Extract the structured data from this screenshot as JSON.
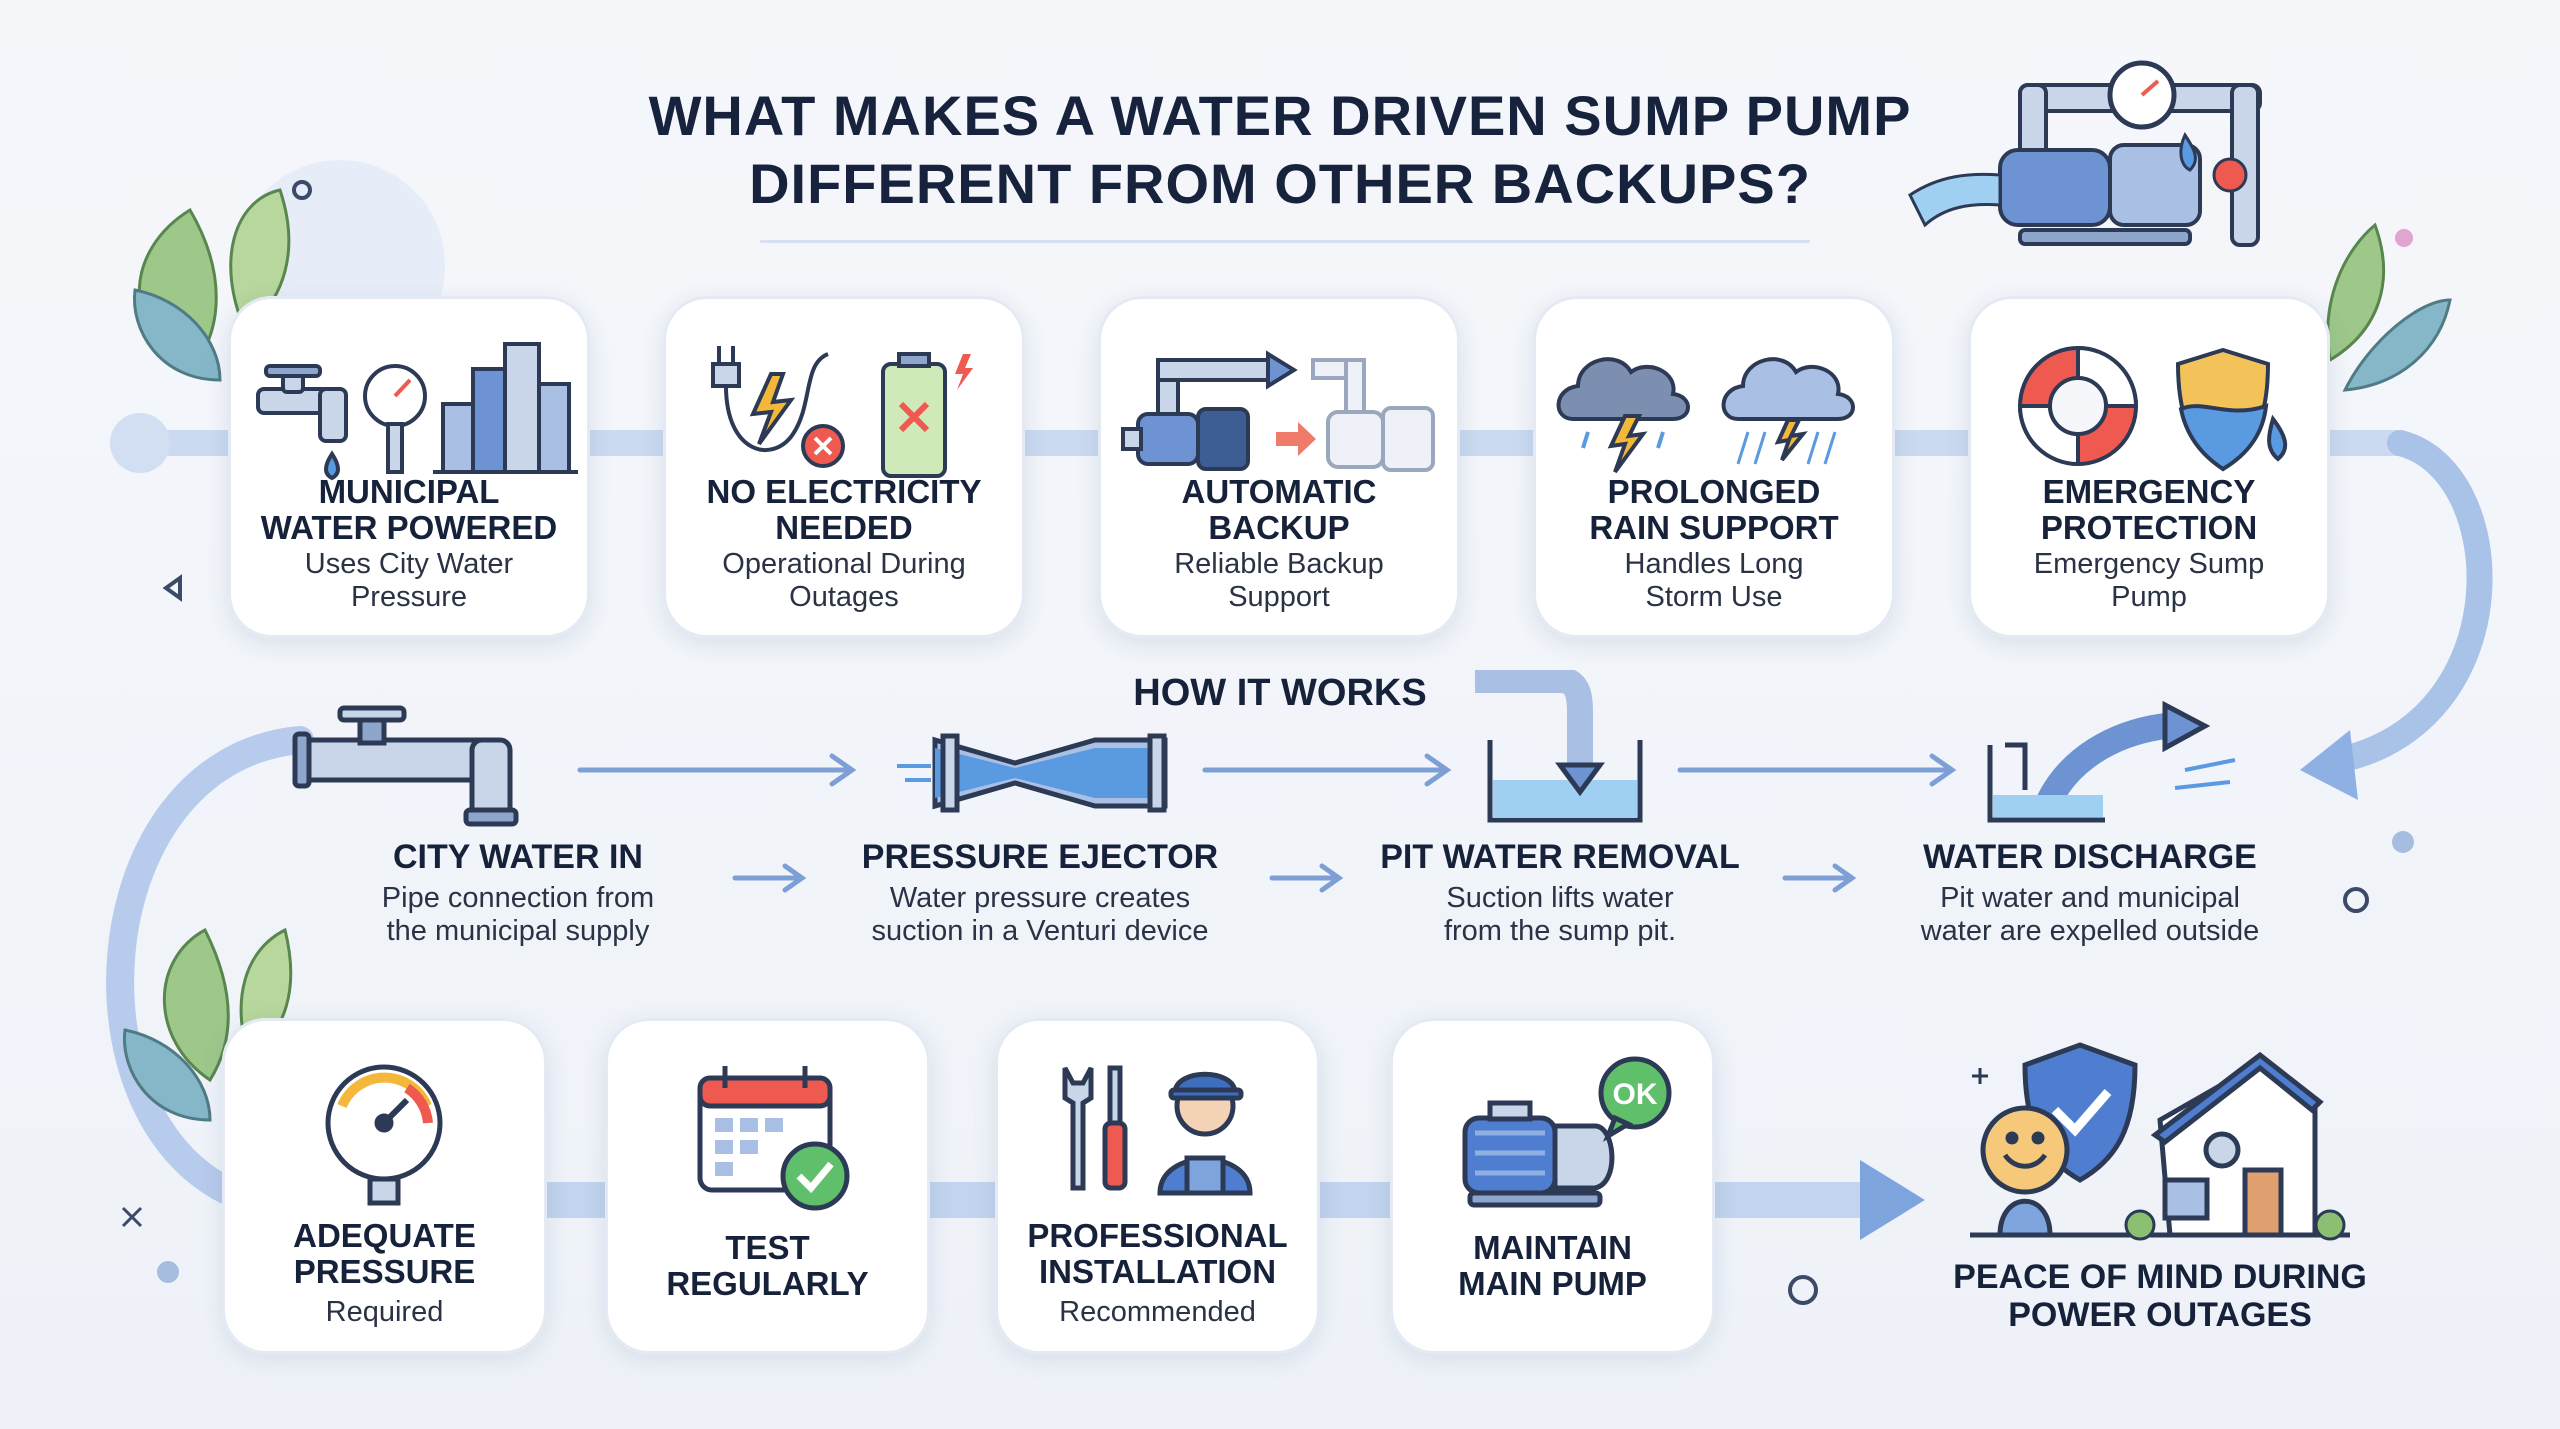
{
  "title": {
    "line1": "WHAT MAKES A WATER DRIVEN SUMP PUMP",
    "line2": "DIFFERENT FROM OTHER BACKUPS?"
  },
  "benefits": [
    {
      "head1": "MUNICIPAL",
      "head2": "WATER POWERED",
      "sub1": "Uses City Water",
      "sub2": "Pressure",
      "icons": [
        "faucet-icon",
        "pressure-gauge-icon",
        "city-buildings-icon"
      ]
    },
    {
      "head1": "NO ELECTRICITY",
      "head2": "NEEDED",
      "sub1": "Operational During",
      "sub2": "Outages",
      "icons": [
        "unplugged-cord-icon",
        "dead-battery-icon"
      ]
    },
    {
      "head1": "AUTOMATIC",
      "head2": "BACKUP",
      "sub1": "Reliable Backup",
      "sub2": "Support",
      "icons": [
        "pump-icon",
        "backup-pump-icon"
      ]
    },
    {
      "head1": "PROLONGED",
      "head2": "RAIN SUPPORT",
      "sub1": "Handles Long",
      "sub2": "Storm Use",
      "icons": [
        "storm-cloud-icon",
        "rain-cloud-icon"
      ]
    },
    {
      "head1": "EMERGENCY",
      "head2": "PROTECTION",
      "sub1": "Emergency Sump",
      "sub2": "Pump",
      "icons": [
        "life-ring-icon",
        "water-shield-icon"
      ]
    }
  ],
  "how_it_works": {
    "title": "HOW IT WORKS",
    "steps": [
      {
        "head": "CITY WATER IN",
        "sub1": "Pipe connection from",
        "sub2": "the municipal supply",
        "icon": "pipe-faucet-icon"
      },
      {
        "head": "PRESSURE EJECTOR",
        "sub1": "Water pressure creates",
        "sub2": "suction in a Venturi device",
        "icon": "venturi-icon"
      },
      {
        "head": "PIT WATER REMOVAL",
        "sub1": "Suction lifts water",
        "sub2": "from the sump pit.",
        "icon": "sump-pit-icon"
      },
      {
        "head": "WATER DISCHARGE",
        "sub1": "Pit water and municipal",
        "sub2": "water are expelled outside",
        "icon": "discharge-icon"
      }
    ]
  },
  "tips": [
    {
      "head1": "ADEQUATE",
      "head2": "PRESSURE",
      "sub": "Required",
      "icon": "gauge-icon"
    },
    {
      "head1": "TEST",
      "head2": "REGULARLY",
      "sub": "",
      "icon": "calendar-check-icon"
    },
    {
      "head1": "PROFESSIONAL",
      "head2": "INSTALLATION",
      "sub": "Recommended",
      "icon": "technician-icon"
    },
    {
      "head1": "MAINTAIN",
      "head2": "MAIN PUMP",
      "sub": "",
      "icon": "pump-ok-icon",
      "badge": "OK"
    }
  ],
  "final": {
    "line1": "PEACE OF MIND DURING",
    "line2": "POWER OUTAGES",
    "icon": "protected-home-icon"
  },
  "colors": {
    "accent_blue": "#6d93d3",
    "flow_blue": "#b9cdeb",
    "water_blue": "#5a9ae0",
    "alert_red": "#ef5a50",
    "leaf_green": "#8bbf72"
  }
}
